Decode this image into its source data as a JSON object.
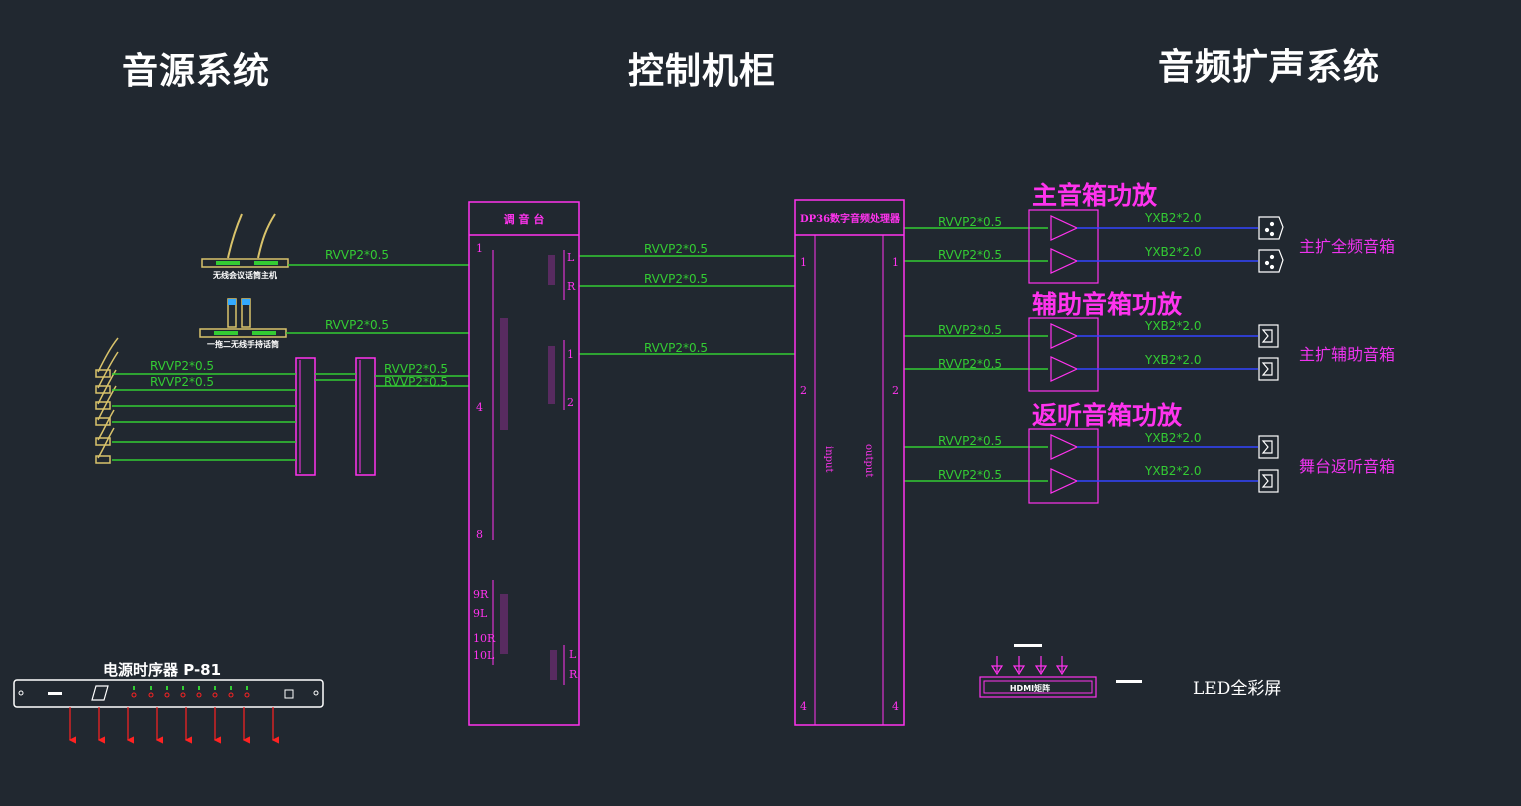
{
  "sections": {
    "source": "音源系统",
    "control": "控制机柜",
    "audio": "音频扩声系统"
  },
  "cables": {
    "signal": "RVVP2*0.5",
    "speaker": "YXB2*2.0"
  },
  "devices": {
    "wireless_host": "无线会议话筒主机",
    "handheld_mic": "一拖二无线手持话筒",
    "mixer": "调 音 台",
    "processor": "DP36数字音频处理器",
    "processor_in": "input",
    "processor_out": "output",
    "sequencer": "电源时序器 P-81",
    "led_screen": "LED全彩屏",
    "hdmi": "HDMI矩阵"
  },
  "mixer_ports": {
    "in1": "1",
    "in4": "4",
    "in8": "8",
    "in9R": "9R",
    "in9L": "9L",
    "in10R": "10R",
    "in10L": "10L",
    "outL": "L",
    "outR": "R",
    "aux1": "1",
    "aux2": "2"
  },
  "processor_ports": {
    "p1": "1",
    "p2": "2",
    "p4": "4"
  },
  "amps": {
    "main": "主音箱功放",
    "aux": "辅助音箱功放",
    "monitor": "返听音箱功放"
  },
  "speakers": {
    "main": "主扩全频音箱",
    "aux": "主扩辅助音箱",
    "monitor": "舞台返听音箱"
  },
  "colors": {
    "background": "#212830",
    "magenta": "#ff33ee",
    "green": "#33cc33",
    "blue": "#3344ff",
    "red": "#ff2222",
    "white": "#ffffff",
    "gold": "#d9c36b"
  }
}
